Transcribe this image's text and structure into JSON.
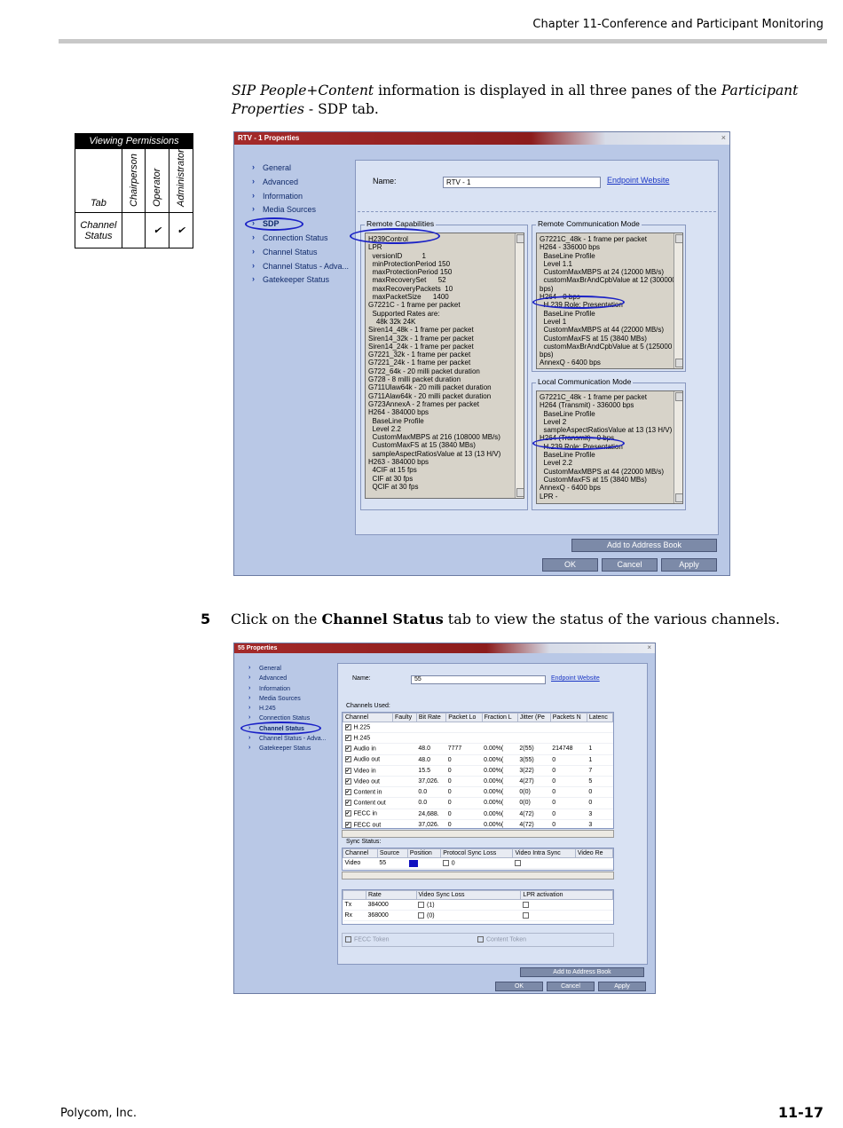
{
  "header": {
    "chapter": "Chapter 11-Conference and Participant Monitoring"
  },
  "intro": {
    "part1": "SIP People+Content",
    "part2": " information is displayed in all three panes of the ",
    "part3": "Participant Properties",
    "part4": " - SDP tab."
  },
  "permissions": {
    "title": "Viewing Permissions",
    "tab_header": "Tab",
    "roles": [
      "Chairperson",
      "Operator",
      "Administrator"
    ],
    "row_label": "Channel Status",
    "checks": [
      "",
      "✔",
      "✔"
    ]
  },
  "dialog1": {
    "title": "RTV - 1 Properties",
    "close": "×",
    "nav": [
      "General",
      "Advanced",
      "Information",
      "Media Sources",
      "SDP",
      "Connection Status",
      "Channel Status",
      "Channel Status - Adva...",
      "Gatekeeper Status"
    ],
    "name_label": "Name:",
    "name_value": "RTV - 1",
    "endpoint_link": "Endpoint Website",
    "remote_cap_label": "Remote Capabilities",
    "remote_cap": [
      "H239Control",
      "LPR",
      "  versionID          1",
      "  minProtectionPeriod 150",
      "  maxProtectionPeriod 150",
      "  maxRecoverySet      52",
      "  maxRecoveryPackets  10",
      "  maxPacketSize      1400",
      "G7221C - 1 frame per packet",
      "  Supported Rates are:",
      "    48k 32k 24K",
      "Siren14_48k - 1 frame per packet",
      "Siren14_32k - 1 frame per packet",
      "Siren14_24k - 1 frame per packet",
      "G7221_32k - 1 frame per packet",
      "G7221_24k - 1 frame per packet",
      "G722_64k - 20 milli packet duration",
      "G728 - 8 milli packet duration",
      "G711Ulaw64k - 20 milli packet duration",
      "G711Alaw64k - 20 milli packet duration",
      "G723AnnexA - 2 frames per packet",
      "H264 - 384000 bps",
      "  BaseLine Profile",
      "  Level 2.2",
      "  CustomMaxMBPS at 216 (108000 MB/s)",
      "  CustomMaxFS at 15 (3840 MBs)",
      "  sampleAspectRatiosValue at 13 (13 H/V)",
      "H263 - 384000 bps",
      "  4CIF at 15 fps",
      "  CIF at 30 fps",
      "  QCIF at 30 fps"
    ],
    "remote_comm_label": "Remote Communication Mode",
    "remote_comm": [
      "G7221C_48k - 1 frame per packet",
      "H264 - 336000 bps",
      "  BaseLine Profile",
      "  Level 1.1",
      "  CustomMaxMBPS at 24 (12000 MB/s)",
      "  customMaxBrAndCpbValue at 12 (300000",
      "bps)",
      "H264 - 0 bps",
      "  H.239 Role: Presentation",
      "  BaseLine Profile",
      "  Level 1",
      "  CustomMaxMBPS at 44 (22000 MB/s)",
      "  CustomMaxFS at 15 (3840 MBs)",
      "  customMaxBrAndCpbValue at 5 (125000",
      "bps)",
      "AnnexQ - 6400 bps"
    ],
    "local_comm_label": "Local Communication Mode",
    "local_comm": [
      "G7221C_48k - 1 frame per packet",
      "H264 (Transmit) - 336000 bps",
      "  BaseLine Profile",
      "  Level 2",
      "  sampleAspectRatiosValue at 13 (13 H/V)",
      "H264 (Transmit) - 0 bps",
      "  H.239 Role: Presentation",
      "  BaseLine Profile",
      "  Level 2.2",
      "  CustomMaxMBPS at 44 (22000 MB/s)",
      "  CustomMaxFS at 15 (3840 MBs)",
      "AnnexQ - 6400 bps",
      "LPR -"
    ],
    "buttons": {
      "address_book": "Add to Address Book",
      "ok": "OK",
      "cancel": "Cancel",
      "apply": "Apply"
    }
  },
  "step": {
    "number": "5",
    "text1": "Click on the ",
    "bold": "Channel Status",
    "text2": " tab to view the status of the various channels."
  },
  "dialog2": {
    "title": "55 Properties",
    "close": "×",
    "nav": [
      "General",
      "Advanced",
      "Information",
      "Media Sources",
      "H.245",
      "Connection Status",
      "Channel Status",
      "Channel Status - Adva...",
      "Gatekeeper Status"
    ],
    "name_label": "Name:",
    "name_value": "55",
    "endpoint_link": "Endpoint Website",
    "channels_label": "Channels Used:",
    "channel_headers": [
      "Channel",
      "Faulty",
      "Bit Rate",
      "Packet Lo",
      "Fraction L",
      "Jitter (Pe",
      "Packets N",
      "Latenc"
    ],
    "channels": [
      [
        "H.225",
        "",
        "",
        "",
        "",
        "",
        "",
        ""
      ],
      [
        "H.245",
        "",
        "",
        "",
        "",
        "",
        "",
        ""
      ],
      [
        "Audio in",
        "",
        "48.0",
        "7777",
        "0.00%(",
        "2(55)",
        "214748",
        "1"
      ],
      [
        "Audio out",
        "",
        "48.0",
        "0",
        "0.00%(",
        "3(55)",
        "0",
        "1"
      ],
      [
        "Video in",
        "",
        "15.5",
        "0",
        "0.00%(",
        "3(22)",
        "0",
        "7"
      ],
      [
        "Video out",
        "",
        "37,026.",
        "0",
        "0.00%(",
        "4(27)",
        "0",
        "5"
      ],
      [
        "Content in",
        "",
        "0.0",
        "0",
        "0.00%(",
        "0(0)",
        "0",
        "0"
      ],
      [
        "Content out",
        "",
        "0.0",
        "0",
        "0.00%(",
        "0(0)",
        "0",
        "0"
      ],
      [
        "FECC in",
        "",
        "24,688.",
        "0",
        "0.00%(",
        "4(72)",
        "0",
        "3"
      ],
      [
        "FECC out",
        "",
        "37,026.",
        "0",
        "0.00%(",
        "4(72)",
        "0",
        "3"
      ]
    ],
    "sync_label": "Sync Status:",
    "sync_headers": [
      "Channel",
      "Source",
      "Position",
      "Protocol Sync Loss",
      "Video Intra Sync",
      "Video Re"
    ],
    "sync_row": [
      "Video",
      "55",
      "",
      "0",
      "",
      ""
    ],
    "rate_headers": [
      "",
      "Rate",
      "Video Sync Loss",
      "LPR activation"
    ],
    "rate_rows": [
      [
        "Tx",
        "384000",
        "(1)",
        ""
      ],
      [
        "Rx",
        "368000",
        "(0)",
        ""
      ]
    ],
    "fecc_token": "FECC Token",
    "content_token": "Content Token",
    "buttons": {
      "address_book": "Add to Address Book",
      "ok": "OK",
      "cancel": "Cancel",
      "apply": "Apply"
    }
  },
  "footer": {
    "left": "Polycom, Inc.",
    "right": "11-17"
  },
  "colors": {
    "dialog_bg": "#b9c8e6",
    "titlebar": "#a42a2a",
    "highlight_oval": "#1a21c6",
    "link": "#1a36c4"
  }
}
